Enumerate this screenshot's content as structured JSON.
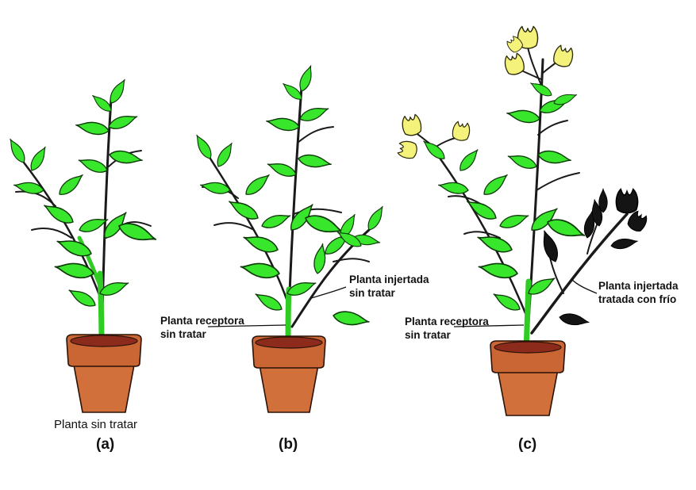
{
  "figure": {
    "panels": [
      {
        "id": "a",
        "panel_label": "(a)",
        "caption": "Planta sin tratar"
      },
      {
        "id": "b",
        "panel_label": "(b)",
        "receptor_label": [
          "Planta receptora",
          "sin tratar"
        ],
        "graft_label": [
          "Planta injertada",
          "sin tratar"
        ]
      },
      {
        "id": "c",
        "panel_label": "(c)",
        "receptor_label": [
          "Planta receptora",
          "sin tratar"
        ],
        "graft_label": [
          "Planta injertada",
          "tratada con frío"
        ]
      }
    ]
  },
  "colors": {
    "leaf": "#38e62c",
    "stem": "#1a1a1a",
    "pot": "#d2703c",
    "soil": "#8c2a1c",
    "flower": "#f4f27a",
    "cold_treated_graft": "#141414"
  }
}
